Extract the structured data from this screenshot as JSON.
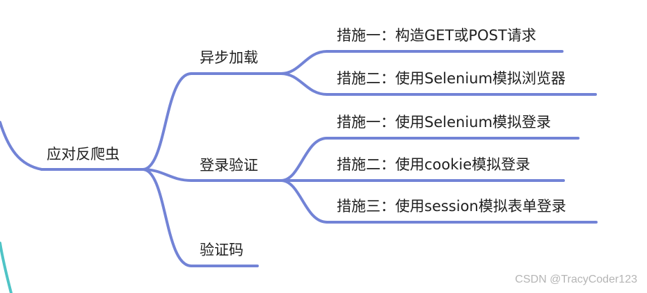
{
  "colors": {
    "branch": "#7283d6",
    "incoming_teal": "#4fc4c6",
    "text": "#1f1f1f",
    "watermark": "#b5b5b5"
  },
  "mindmap": {
    "root": {
      "label": "应对反爬虫"
    },
    "branches": [
      {
        "label": "异步加载",
        "children": [
          {
            "label": "措施一：构造GET或POST请求"
          },
          {
            "label": "措施二：使用Selenium模拟浏览器"
          }
        ]
      },
      {
        "label": "登录验证",
        "children": [
          {
            "label": "措施一：使用Selenium模拟登录"
          },
          {
            "label": "措施二：使用cookie模拟登录"
          },
          {
            "label": "措施三：使用session模拟表单登录"
          }
        ]
      },
      {
        "label": "验证码",
        "children": []
      }
    ]
  },
  "watermark": {
    "text": "CSDN @TracyCoder123"
  }
}
